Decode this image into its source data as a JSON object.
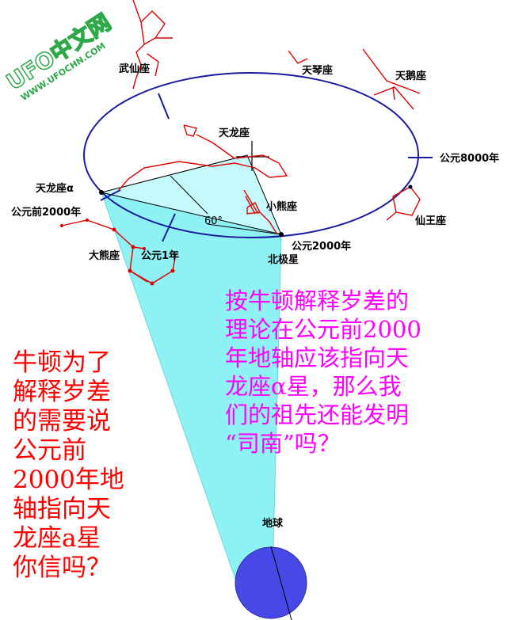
{
  "watermark": {
    "line1": "UFO中文网",
    "line2": "WWW.UFOCHN.COM",
    "color": "#2fa84a"
  },
  "labels": {
    "cassiopeia": "武仙座",
    "lyra": "天琴座",
    "cygnus": "天鹅座",
    "draco": "天龙座",
    "alpha_draconis": "天龙座α",
    "bc2000": "公元前2000年",
    "ad8000": "公元8000年",
    "ursa_minor": "小熊座",
    "cepheus": "仙王座",
    "angle": "60°",
    "ursa_major": "大熊座",
    "ad1": "公元1年",
    "ad2000": "公元2000年",
    "polaris": "北极星",
    "earth": "地球"
  },
  "left_text": {
    "lines": [
      "牛顿为了",
      "解释岁差",
      "的需要说",
      "公元前",
      "2000年地",
      "轴指向天",
      "龙座a星",
      "你信吗？"
    ],
    "color": "#ff0000"
  },
  "right_text": {
    "lines": [
      "按牛顿解释岁差的",
      "理论在公元前2000",
      "年地轴应该指向天",
      "龙座α星，那么我",
      "们的祖先还能发明",
      "“司南”吗？"
    ],
    "color": "#ff00ff"
  },
  "colors": {
    "cone": "#8ef2f4",
    "cone_inner": "#c4fafb",
    "orbit": "#1a1a9e",
    "constellation": "#e00000",
    "earth": "#4848e8"
  }
}
